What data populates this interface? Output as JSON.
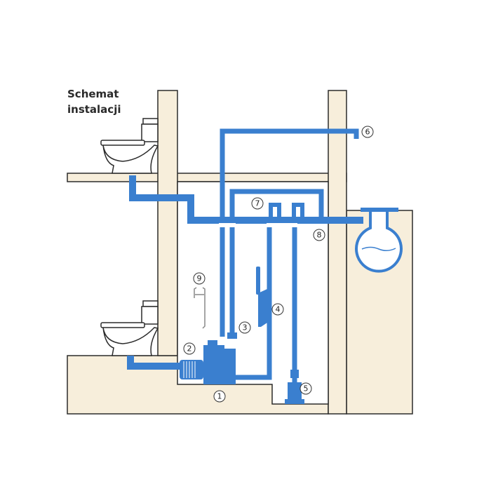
{
  "title": {
    "line1": "Schemat",
    "line2": "instalacji"
  },
  "labels": {
    "l1": "1",
    "l2": "2",
    "l3": "3",
    "l4": "4",
    "l5": "5",
    "l6": "6",
    "l7": "7",
    "l8": "8",
    "l9": "9"
  },
  "colors": {
    "pipe": "#3a7fcf",
    "wall": "#f7eedb",
    "outline": "#2b2b2b"
  }
}
